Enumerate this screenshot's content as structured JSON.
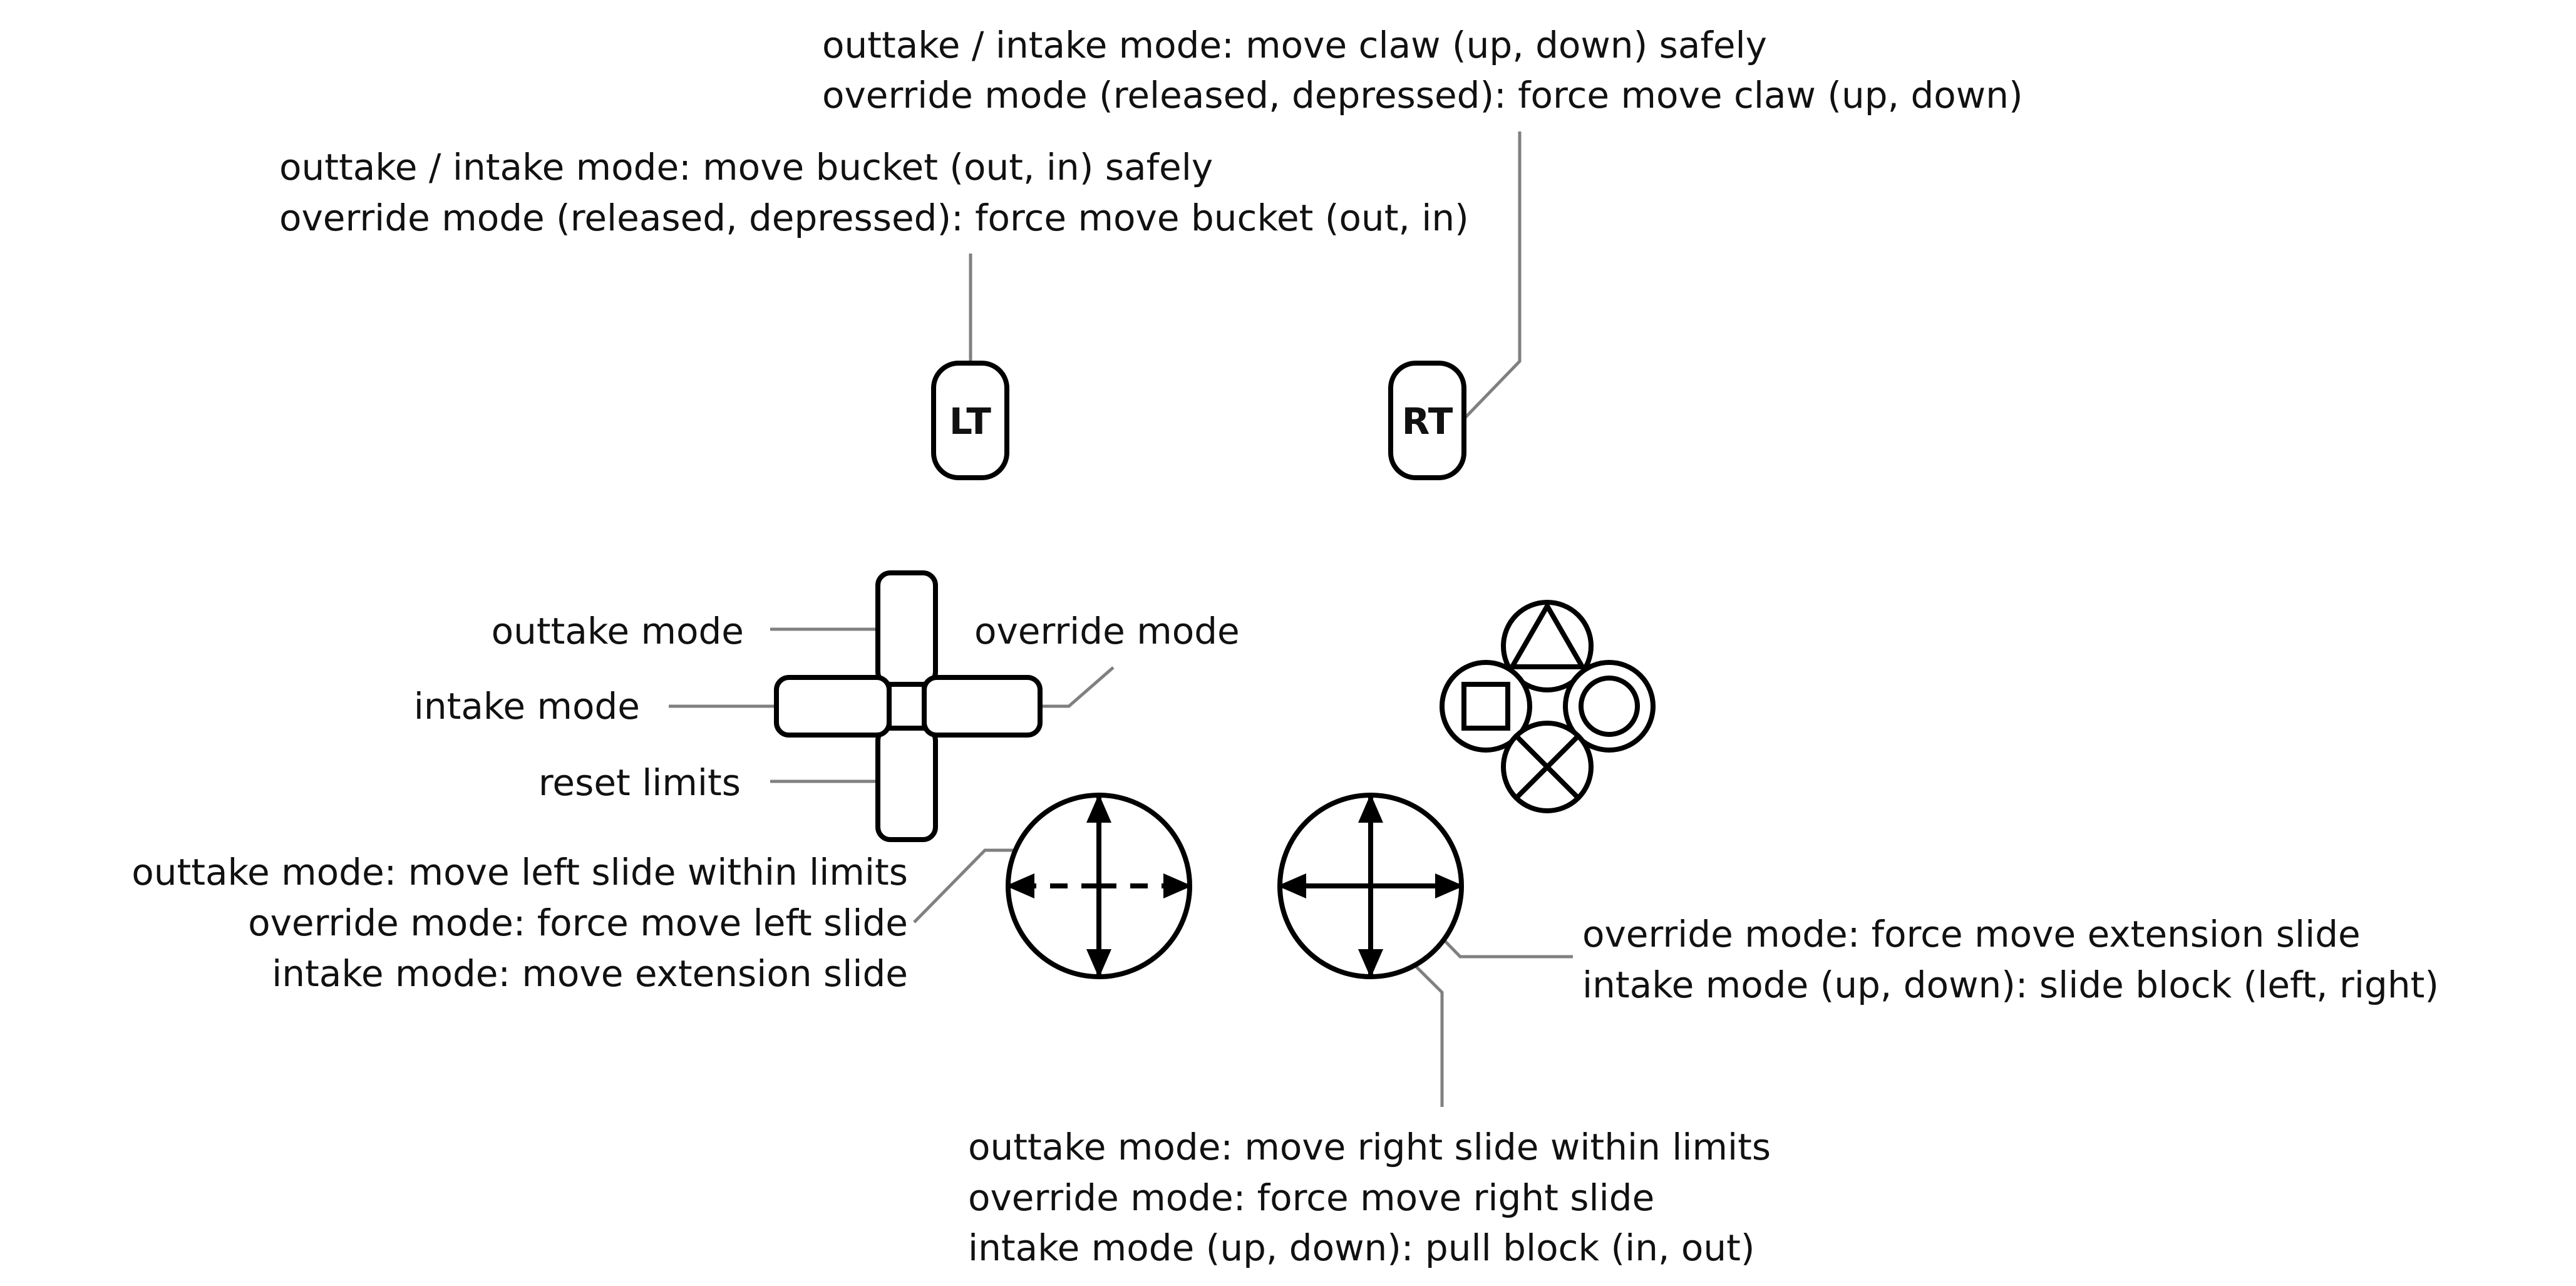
{
  "colors": {
    "stroke": "#000000",
    "leader": "#808080",
    "text": "#111111",
    "background": "#ffffff"
  },
  "triggers": {
    "left": {
      "button": "LT",
      "lines": [
        "outtake / intake mode: move bucket (out, in) safely",
        "override mode (released, depressed): force move bucket (out, in)"
      ]
    },
    "right": {
      "button": "RT",
      "lines": [
        "outtake / intake mode: move claw (up, down) safely",
        "override mode (released, depressed): force move claw (up, down)"
      ]
    }
  },
  "dpad": {
    "up": "outtake mode",
    "left": "intake mode",
    "down": "reset limits",
    "right": "override mode"
  },
  "face_buttons": [
    "triangle-icon",
    "square-icon",
    "circle-icon",
    "cross-icon"
  ],
  "left_stick": {
    "lines": [
      "outtake mode: move left slide within limits",
      "override mode: force move left slide",
      "intake mode: move extension slide"
    ]
  },
  "right_stick": {
    "side_lines": [
      "override mode: force move extension slide",
      "intake mode (up, down): slide block (left, right)"
    ],
    "bottom_lines": [
      "outtake mode: move right slide within limits",
      "override mode: force move right slide",
      "intake mode (up, down): pull block (in, out)"
    ]
  }
}
